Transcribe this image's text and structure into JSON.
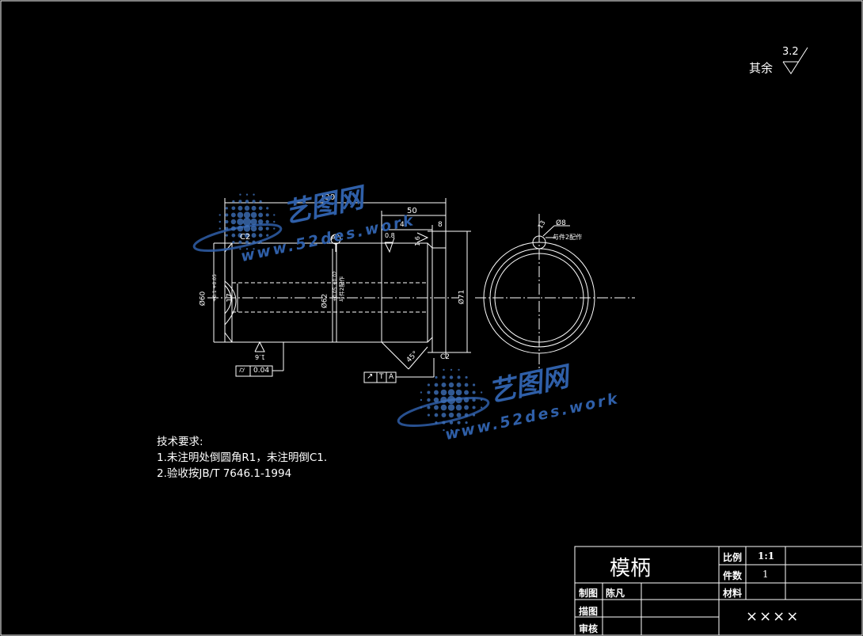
{
  "surface_finish_note": {
    "prefix": "其余",
    "value": "3.2"
  },
  "dimensions": {
    "total_length": "120",
    "length_50": "50",
    "length_8": "8",
    "length_4": "4",
    "roughness_08": "0.8",
    "roughness_16": "1.6",
    "chamfer_left": "C2",
    "chamfer_right": "C2",
    "dia_left": "Ø60",
    "dia_left_tol": "+0.1\n+0.05",
    "dia_mid": "Ø62",
    "dia_mid_tol": "+0.05\n+0.02",
    "dia_right": "Ø71",
    "hole_dim": "17",
    "roughness_16b": "1.6",
    "angle_45": "45°",
    "datum_label": "A",
    "note_assemble": "与件2配作",
    "hole_dia": "Ø8",
    "hole_depth": "13",
    "hole_note": "与件2配作"
  },
  "tolerance_frames": [
    {
      "symbol": "⌭",
      "value": "0.04"
    },
    {
      "symbol": "↗",
      "value": "T",
      "datum": "A"
    }
  ],
  "tech_requirements": {
    "title": "技术要求:",
    "items": [
      "1.未注明处倒圆角R1，未注明倒C1.",
      "2.验收按JB/T  7646.1-1994"
    ]
  },
  "title_block": {
    "part_name": "模柄",
    "scale_label": "比例",
    "scale_value": "1:1",
    "qty_label": "件数",
    "qty_value": "1",
    "material_label": "材料",
    "drawn_label": "制图",
    "drawn_name": "陈凡",
    "traced_label": "描图",
    "checked_label": "审核",
    "drawing_no": "××××"
  },
  "watermark": {
    "brand": "艺图网",
    "url": "www.52des.work"
  },
  "colors": {
    "background": "#000000",
    "lines": "#ffffff",
    "watermark": "#2f5fa8"
  }
}
